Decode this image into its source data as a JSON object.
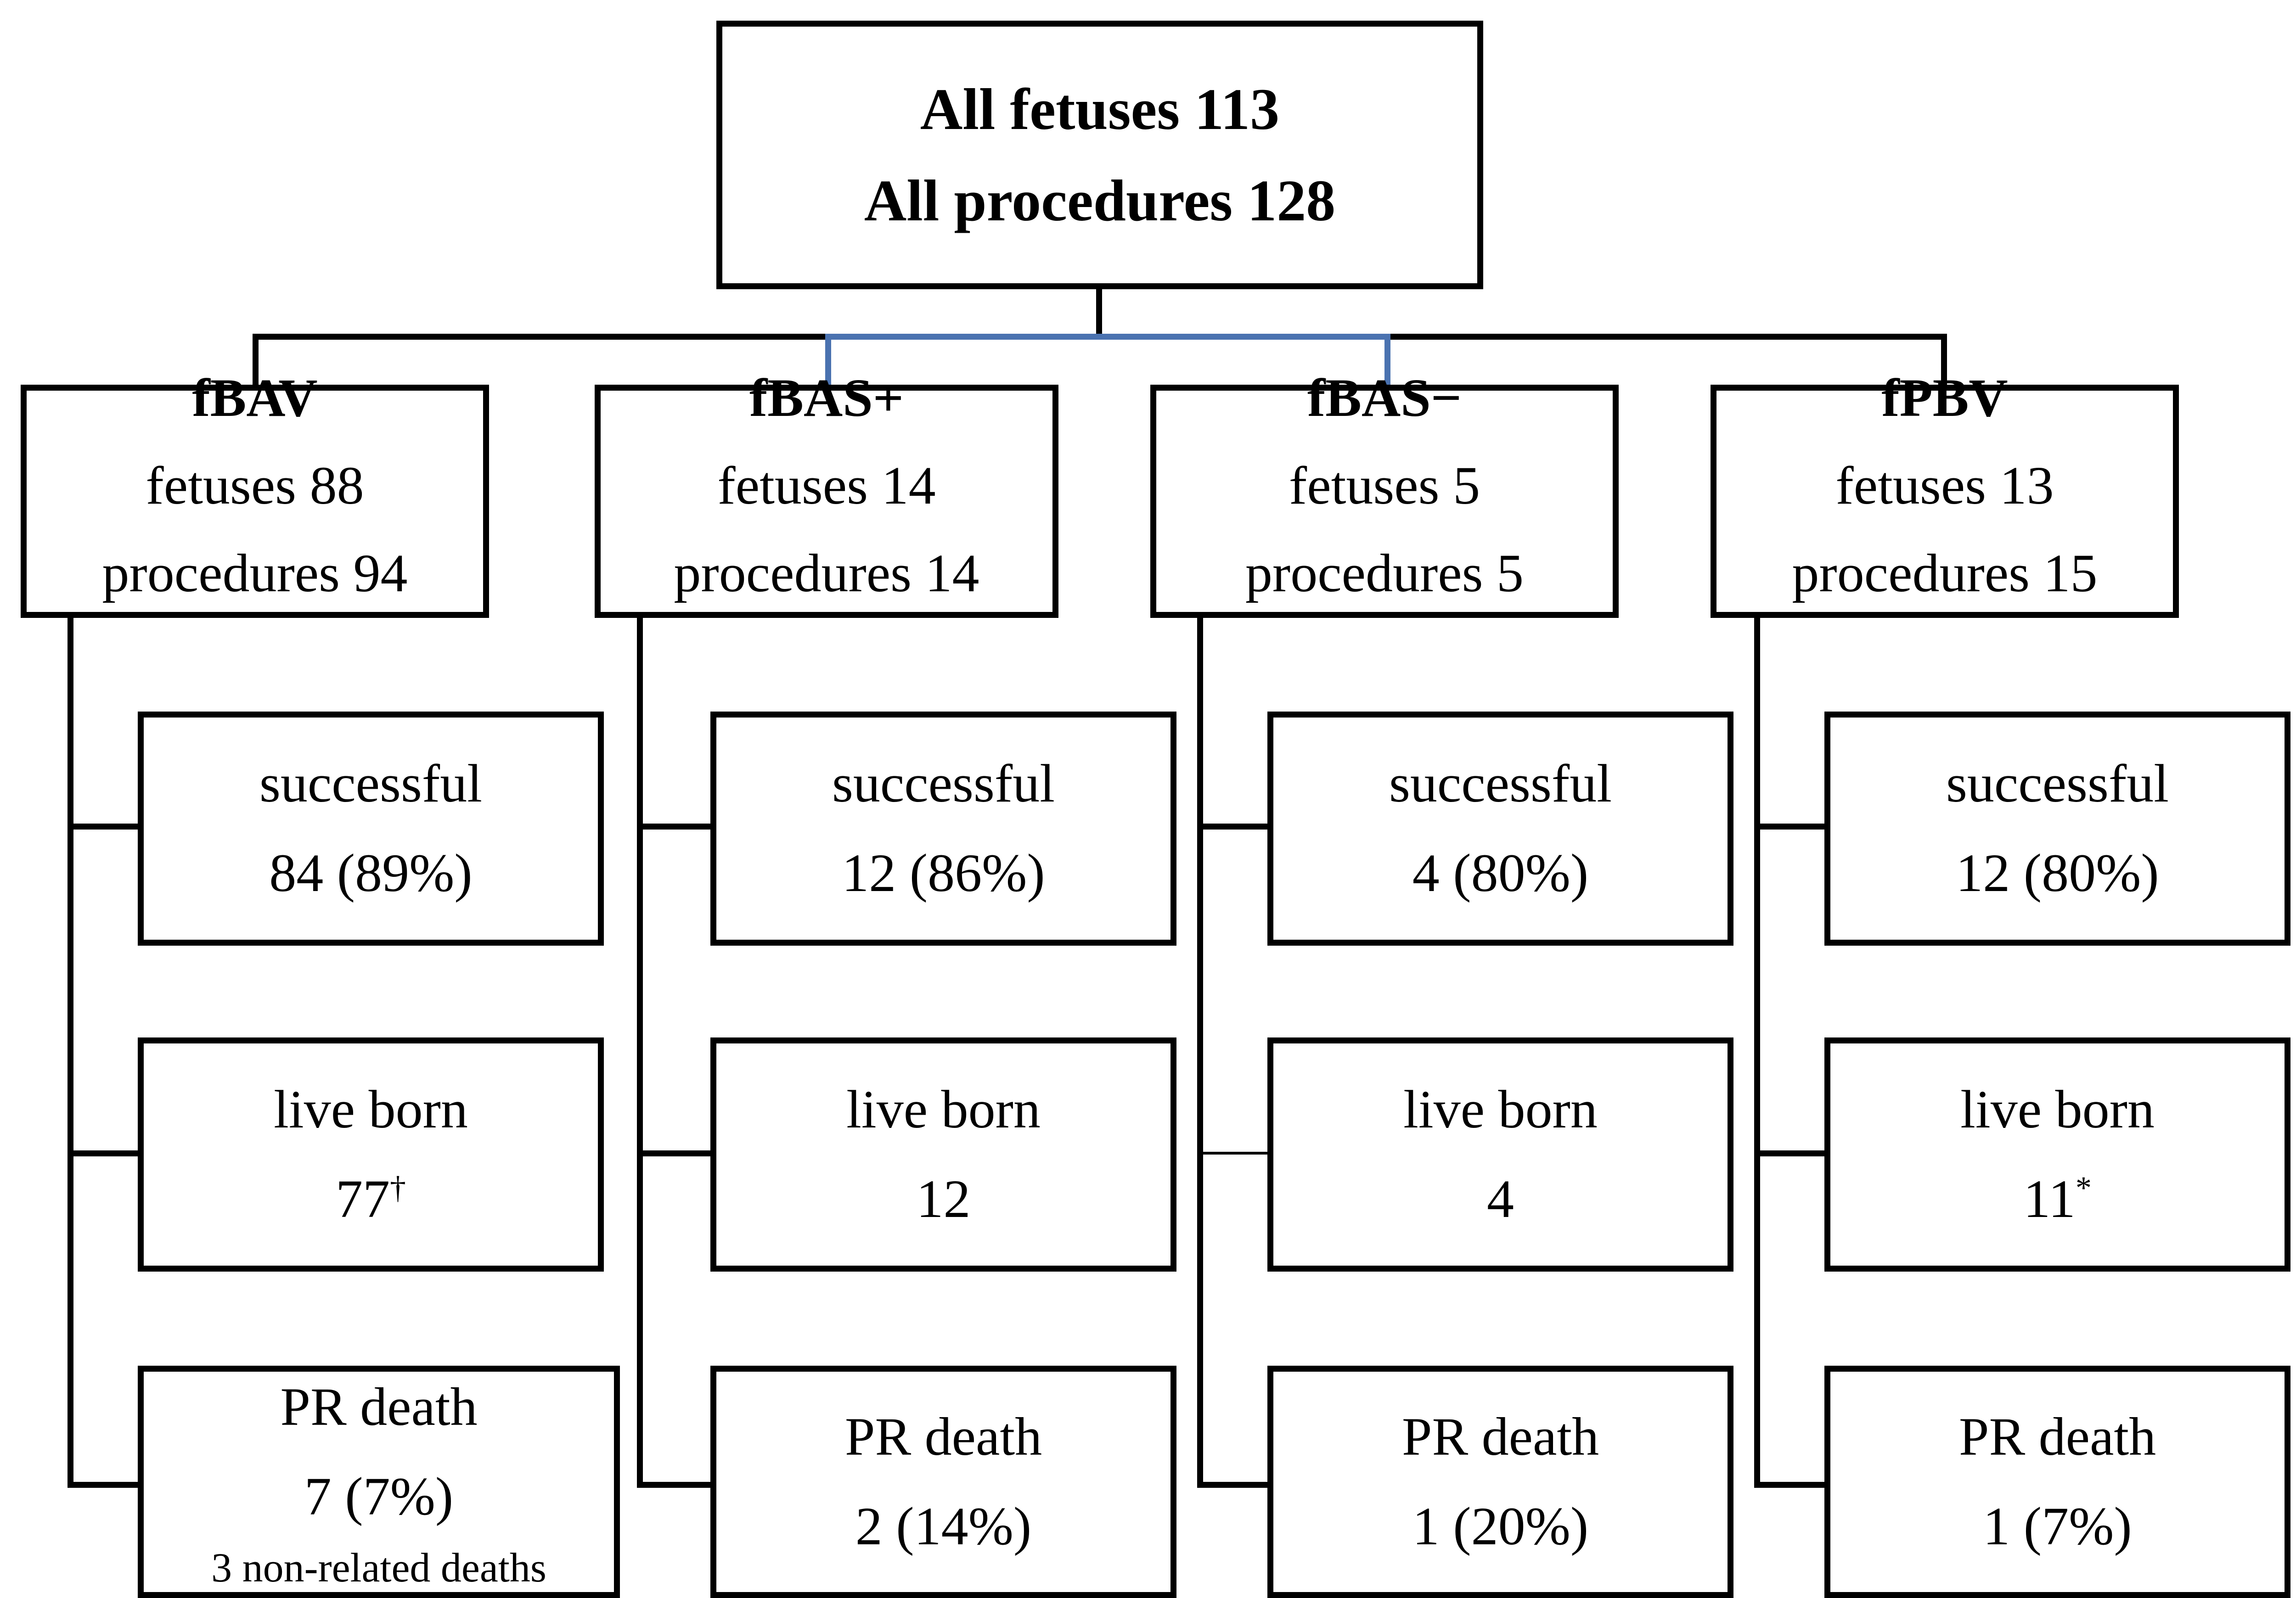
{
  "top": {
    "line1": "All fetuses 113",
    "line2": "All procedures 128"
  },
  "groups": [
    {
      "name": "fBAV",
      "fetuses": "fetuses 88",
      "procedures": "procedures 94",
      "successful": {
        "label": "successful",
        "value": "84 (89%)"
      },
      "liveborn": {
        "label": "live born",
        "value": "77",
        "mark": "†"
      },
      "death": {
        "label": "PR death",
        "value": "7 (7%)",
        "note": "3 non-related deaths"
      }
    },
    {
      "name": "fBAS+",
      "fetuses": "fetuses 14",
      "procedures": "procedures 14",
      "successful": {
        "label": "successful",
        "value": "12 (86%)"
      },
      "liveborn": {
        "label": "live born",
        "value": "12",
        "mark": ""
      },
      "death": {
        "label": "PR death",
        "value": "2 (14%)",
        "note": ""
      }
    },
    {
      "name": "fBAS−",
      "fetuses": "fetuses 5",
      "procedures": "procedures 5",
      "successful": {
        "label": "successful",
        "value": "4 (80%)"
      },
      "liveborn": {
        "label": "live born",
        "value": "4",
        "mark": ""
      },
      "death": {
        "label": "PR death",
        "value": "1 (20%)",
        "note": ""
      }
    },
    {
      "name": "fPBV",
      "fetuses": "fetuses 13",
      "procedures": "procedures 15",
      "successful": {
        "label": "successful",
        "value": "12 (80%)"
      },
      "liveborn": {
        "label": "live born",
        "value": "11",
        "mark": "*"
      },
      "death": {
        "label": "PR death",
        "value": "1 (7%)",
        "note": ""
      }
    }
  ],
  "colors": {
    "line": "#000000",
    "connector_blue": "#4a72b0"
  }
}
